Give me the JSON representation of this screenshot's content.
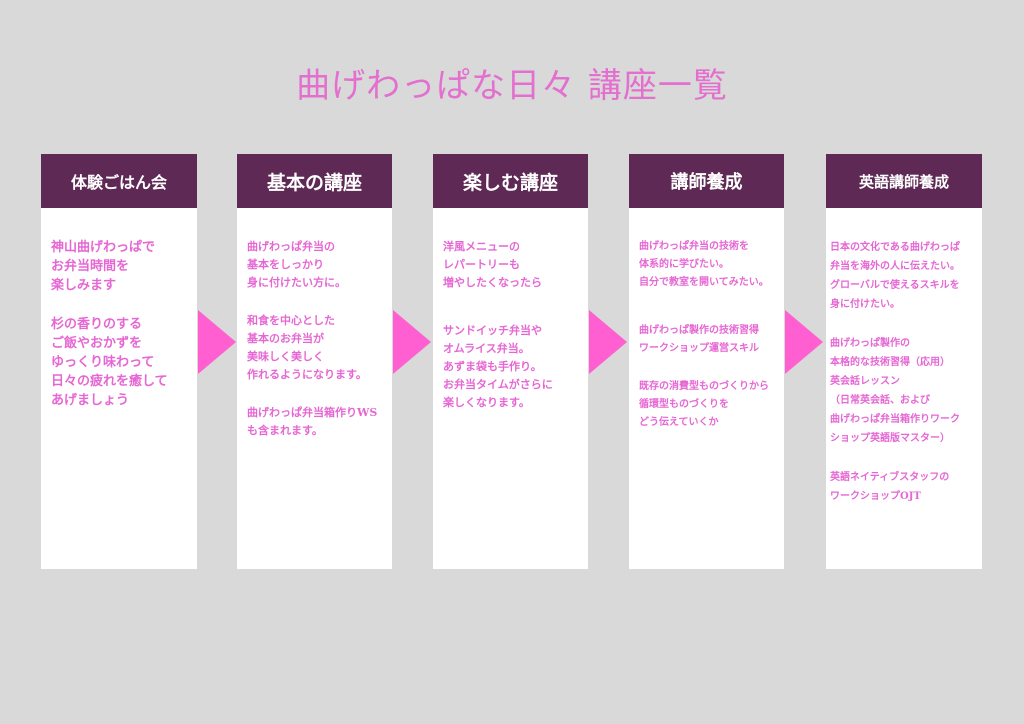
{
  "title": "曲げわっぱな日々 講座一覧",
  "courses": [
    {
      "header": "体験ごはん会",
      "paras": [
        "神山曲げわっぱで\nお弁当時間を\n楽しみます",
        "杉の香りのする\nご飯やおかずを\nゆっくり味わって\n日々の疲れを癒して\nあげましょう"
      ]
    },
    {
      "header": "基本の講座",
      "paras": [
        "曲げわっぱ弁当の\n基本をしっかり\n身に付けたい方に。",
        "和食を中心とした\n基本のお弁当が\n美味しく美しく\n作れるようになります。",
        "曲げわっぱ弁当箱作りWS\nも含まれます。"
      ]
    },
    {
      "header": "楽しむ講座",
      "paras": [
        "洋風メニューの\nレパートリーも\n増やしたくなったら",
        "サンドイッチ弁当や\nオムライス弁当。\nあずま袋も手作り。\nお弁当タイムがさらに\n楽しくなります。"
      ]
    },
    {
      "header": "講師養成",
      "paras": [
        "曲げわっぱ弁当の技術を\n体系的に学びたい。\n自分で教室を開いてみたい。",
        "曲げわっぱ製作の技術習得\nワークショップ運営スキル",
        "既存の消費型ものづくりから\n循環型ものづくりを\nどう伝えていくか"
      ]
    },
    {
      "header": "英語講師養成",
      "paras": [
        "日本の文化である曲げわっぱ\n弁当を海外の人に伝えたい。\nグローバルで使えるスキルを\n身に付けたい。",
        "曲げわっぱ製作の\n本格的な技術習得（応用）\n英会話レッスン\n（日常英会話、および\n曲げわっぱ弁当箱作りワーク\nショップ英語版マスター）",
        "英語ネイティブスタッフの\nワークショップOJT"
      ]
    }
  ]
}
